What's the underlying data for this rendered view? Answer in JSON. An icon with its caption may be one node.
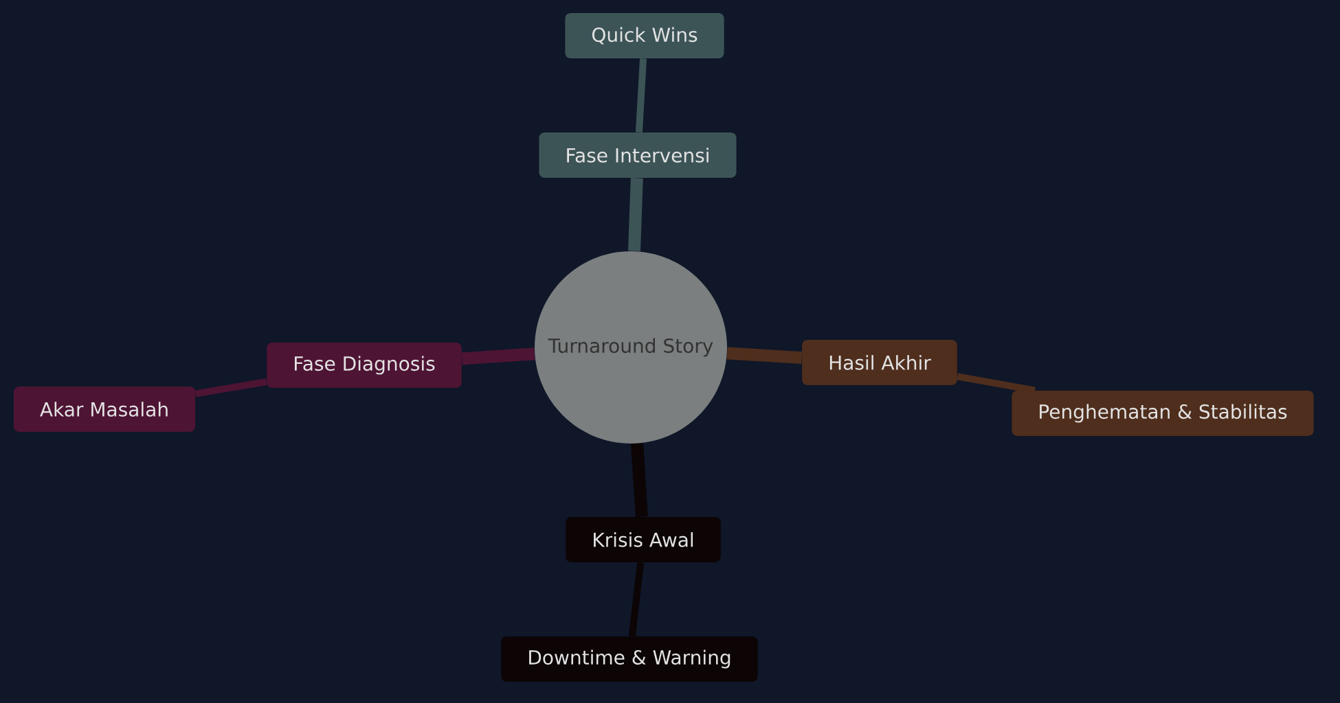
{
  "diagram": {
    "nodes": [
      {
        "text": [
          "Turnaround Story"
        ]
      },
      {
        "text": [
          "Fase Intervensi"
        ]
      },
      {
        "text": [
          "Quick Wins"
        ]
      },
      {
        "text": [
          "Hasil Akhir"
        ]
      },
      {
        "text": [
          "Penghematan & Stabilitas"
        ]
      },
      {
        "text": [
          "Krisis Awal"
        ]
      },
      {
        "text": [
          "Downtime & Warning"
        ]
      },
      {
        "text": [
          "Fase Diagnosis"
        ]
      },
      {
        "text": [
          "Akar Masalah"
        ]
      }
    ],
    "edges": [
      {
        "from": 0,
        "to": 1,
        "arrow": "none",
        "style": "thick",
        "color": "#3d5457"
      },
      {
        "from": 1,
        "to": 2,
        "arrow": "none",
        "color": "#3d5457"
      },
      {
        "from": 0,
        "to": 3,
        "arrow": "none",
        "style": "thick",
        "color": "#4f2e1d"
      },
      {
        "from": 3,
        "to": 4,
        "arrow": "none",
        "color": "#4f2e1d"
      },
      {
        "from": 0,
        "to": 5,
        "arrow": "none",
        "style": "thick",
        "color": "#0c0405"
      },
      {
        "from": 5,
        "to": 6,
        "arrow": "none",
        "color": "#0c0405"
      },
      {
        "from": 0,
        "to": 7,
        "arrow": "none",
        "style": "thick",
        "color": "#4e1434"
      },
      {
        "from": 7,
        "to": 8,
        "arrow": "none",
        "color": "#4e1434"
      }
    ]
  }
}
